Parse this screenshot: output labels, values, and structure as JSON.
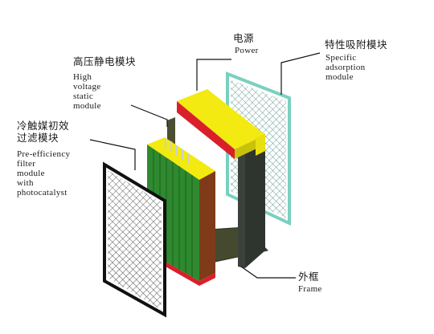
{
  "labels": {
    "power": {
      "cn": "电源",
      "en": "Power"
    },
    "adsorption": {
      "cn": "特性吸附模块",
      "en": "Specific\nadsorption\nmodule"
    },
    "hv": {
      "cn": "高压静电模块",
      "en": "High\nvoltage\nstatic\nmodule"
    },
    "prefilter": {
      "cn": "冷触媒初效\n过滤模块",
      "en": "Pre-efficiency\nfilter\nmodule\nwith\nphotocatalyst"
    },
    "frame": {
      "cn": "外框",
      "en": "Frame"
    }
  },
  "colors": {
    "frame_dark": "#2e352e",
    "power_yellow": "#f2ea10",
    "red_edge": "#d9202a",
    "hv_green": "#2f8a2f",
    "hv_side": "#7f3a1a",
    "mesh_teal": "#7ad0c0",
    "mesh_black": "#111111"
  }
}
